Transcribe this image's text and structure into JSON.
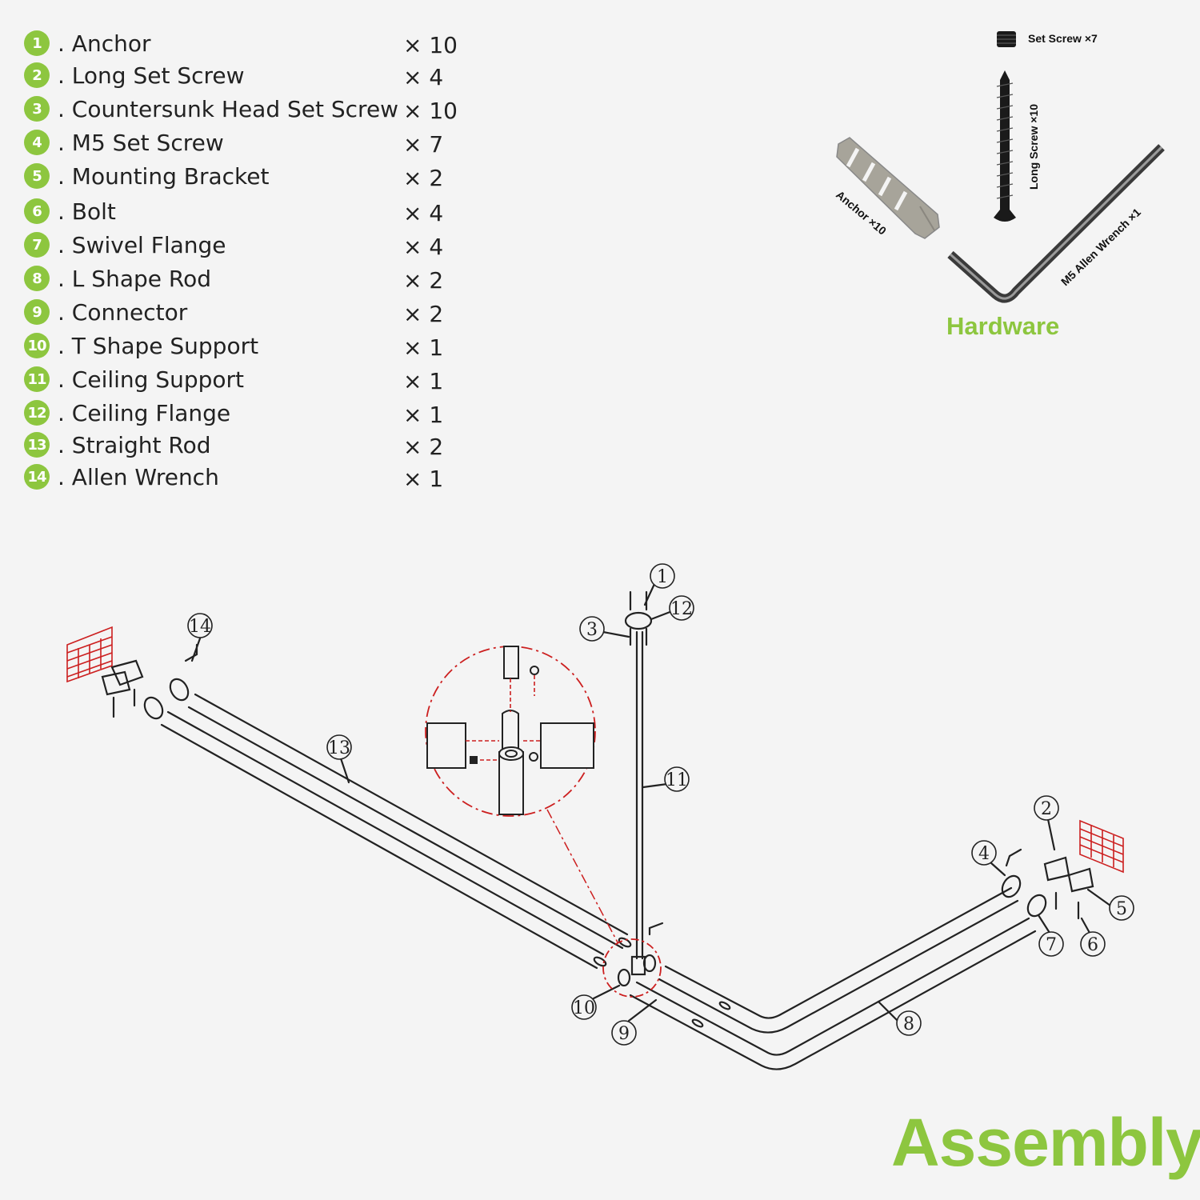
{
  "parts": [
    {
      "num": "1",
      "name": ". Anchor",
      "qty": "× 10"
    },
    {
      "num": "2",
      "name": ". Long Set Screw",
      "qty": "× 4"
    },
    {
      "num": "3",
      "name": ". Countersunk Head Set Screw",
      "qty": "× 10"
    },
    {
      "num": "4",
      "name": ". M5 Set Screw",
      "qty": "× 7"
    },
    {
      "num": "5",
      "name": ". Mounting Bracket",
      "qty": "× 2"
    },
    {
      "num": "6",
      "name": ". Bolt",
      "qty": "× 4"
    },
    {
      "num": "7",
      "name": ". Swivel Flange",
      "qty": "× 4"
    },
    {
      "num": "8",
      "name": ". L Shape Rod",
      "qty": "× 2"
    },
    {
      "num": "9",
      "name": ". Connector",
      "qty": "× 2"
    },
    {
      "num": "10",
      "name": ". T Shape Support",
      "qty": "× 1"
    },
    {
      "num": "11",
      "name": ". Ceiling Support",
      "qty": "× 1"
    },
    {
      "num": "12",
      "name": ". Ceiling Flange",
      "qty": "× 1"
    },
    {
      "num": "13",
      "name": ". Straight Rod",
      "qty": "× 2"
    },
    {
      "num": "14",
      "name": ". Allen Wrench",
      "qty": "× 1"
    }
  ],
  "hardware": {
    "title": "Hardware",
    "set_screw_label": "Set Screw ×7",
    "long_screw_label": "Long Screw ×10",
    "anchor_label": "Anchor ×10",
    "allen_wrench_label": "M5 Allen Wrench ×1"
  },
  "assembly": {
    "title": "Assembly",
    "callouts": [
      "1",
      "12",
      "3",
      "14",
      "13",
      "11",
      "2",
      "4",
      "5",
      "7",
      "6",
      "8",
      "10",
      "9"
    ]
  },
  "colors": {
    "accent": "#8dc63f",
    "detail_red": "#cc1f1f",
    "line": "#222222"
  }
}
